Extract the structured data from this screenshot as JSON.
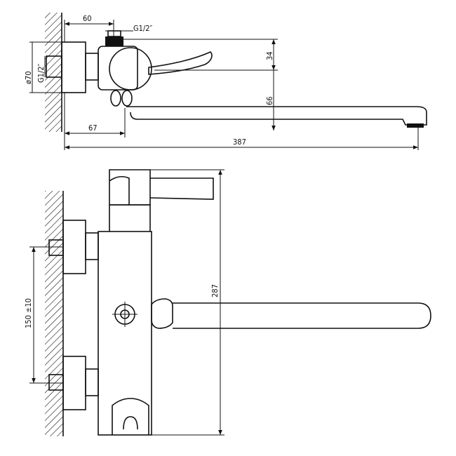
{
  "drawing": {
    "top_view": {
      "dim_width_60": "60",
      "dim_thread_top": "G1/2″",
      "dim_diameter": "ø70",
      "dim_thread_side": "G1/2″",
      "dim_height_34": "34",
      "dim_height_66": "66",
      "dim_offset_67": "67",
      "dim_total_387": "387"
    },
    "front_view": {
      "dim_center_distance": "150 ±10",
      "dim_height_287": "287"
    }
  }
}
